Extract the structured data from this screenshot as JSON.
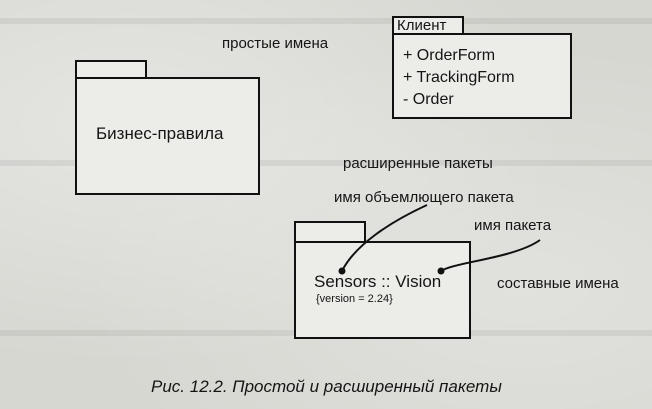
{
  "annotations": {
    "simple_names": "простые имена",
    "extended_packages": "расширенные пакеты",
    "enclosing_package_name": "имя объемлющего пакета",
    "package_name": "имя пакета",
    "composite_names": "составные имена"
  },
  "packages": {
    "business_rules": {
      "name": "Бизнес-правила"
    },
    "client": {
      "name": "Клиент",
      "members": [
        "+ OrderForm",
        "+ TrackingForm",
        "- Order"
      ]
    },
    "sensors": {
      "name": "Sensors :: Vision",
      "tagged_value": "{version = 2.24}"
    }
  },
  "caption": "Рис. 12.2. Простой и расширенный пакеты"
}
